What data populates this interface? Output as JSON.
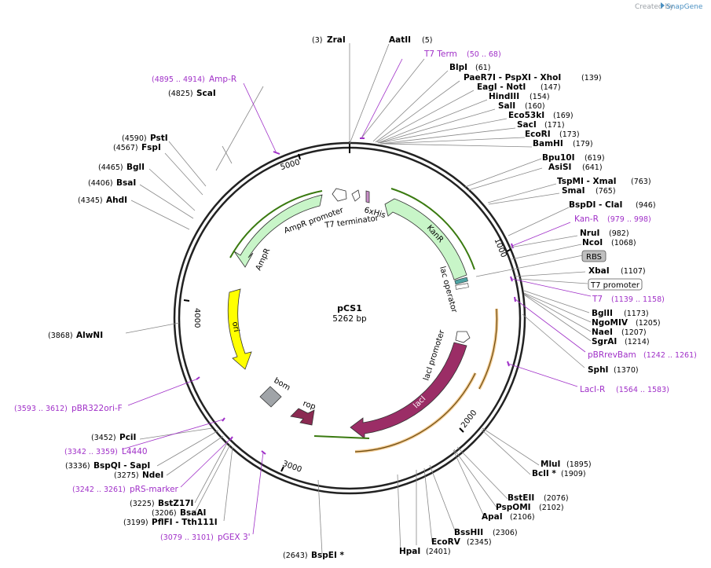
{
  "credit": {
    "prefix": "Created by",
    "brand": "SnapGene"
  },
  "plasmid": {
    "name": "pCS1",
    "size": "5262 bp"
  },
  "ticks": [
    "1000",
    "2000",
    "3000",
    "4000",
    "5000"
  ],
  "sites_right": [
    {
      "name": "AatII",
      "pos": "(5)"
    },
    {
      "name": "BlpI",
      "pos": "(61)"
    },
    {
      "name": "PaeR7I - PspXI - XhoI",
      "pos": "(139)"
    },
    {
      "name": "EagI - NotI",
      "pos": "(147)"
    },
    {
      "name": "HindIII",
      "pos": "(154)"
    },
    {
      "name": "SalI",
      "pos": "(160)"
    },
    {
      "name": "Eco53kI",
      "pos": "(169)"
    },
    {
      "name": "SacI",
      "pos": "(171)"
    },
    {
      "name": "EcoRI",
      "pos": "(173)"
    },
    {
      "name": "BamHI",
      "pos": "(179)"
    },
    {
      "name": "Bpu10I",
      "pos": "(619)"
    },
    {
      "name": "AsiSI",
      "pos": "(641)"
    },
    {
      "name": "TspMI - XmaI",
      "pos": "(763)"
    },
    {
      "name": "SmaI",
      "pos": "(765)"
    },
    {
      "name": "BspDI - ClaI",
      "pos": "(946)"
    },
    {
      "name": "NruI",
      "pos": "(982)"
    },
    {
      "name": "NcoI",
      "pos": "(1068)"
    },
    {
      "name": "XbaI",
      "pos": "(1107)"
    },
    {
      "name": "BglII",
      "pos": "(1173)"
    },
    {
      "name": "NgoMIV",
      "pos": "(1205)"
    },
    {
      "name": "NaeI",
      "pos": "(1207)"
    },
    {
      "name": "SgrAI",
      "pos": "(1214)"
    },
    {
      "name": "SphI",
      "pos": "(1370)"
    },
    {
      "name": "MluI",
      "pos": "(1895)"
    },
    {
      "name": "BclI *",
      "pos": "(1909)"
    },
    {
      "name": "BstEII",
      "pos": "(2076)"
    },
    {
      "name": "PspOMI",
      "pos": "(2102)"
    },
    {
      "name": "ApaI",
      "pos": "(2106)"
    },
    {
      "name": "BssHII",
      "pos": "(2306)"
    },
    {
      "name": "EcoRV",
      "pos": "(2345)"
    },
    {
      "name": "HpaI",
      "pos": "(2401)"
    }
  ],
  "sites_left": [
    {
      "name": "ZraI",
      "pos": "(3)"
    },
    {
      "name": "ScaI",
      "pos": "(4825)"
    },
    {
      "name": "PstI",
      "pos": "(4590)"
    },
    {
      "name": "FspI",
      "pos": "(4567)"
    },
    {
      "name": "BglI",
      "pos": "(4465)"
    },
    {
      "name": "BsaI",
      "pos": "(4406)"
    },
    {
      "name": "AhdI",
      "pos": "(4345)"
    },
    {
      "name": "AlwNI",
      "pos": "(3868)"
    },
    {
      "name": "PciI",
      "pos": "(3452)"
    },
    {
      "name": "BspQI - SapI",
      "pos": "(3336)"
    },
    {
      "name": "NdeI",
      "pos": "(3275)"
    },
    {
      "name": "BstZ17I",
      "pos": "(3225)"
    },
    {
      "name": "BsaAI",
      "pos": "(3206)"
    },
    {
      "name": "PflFI - Tth111I",
      "pos": "(3199)"
    },
    {
      "name": "BspEI *",
      "pos": "(2643)"
    }
  ],
  "primers": [
    {
      "name": "T7 Term",
      "range": "(50 .. 68)"
    },
    {
      "name": "Amp-R",
      "range": "(4895 .. 4914)"
    },
    {
      "name": "Kan-R",
      "range": "(979 .. 998)"
    },
    {
      "name": "T7",
      "range": "(1139 .. 1158)"
    },
    {
      "name": "pBRrevBam",
      "range": "(1242 .. 1261)"
    },
    {
      "name": "LacI-R",
      "range": "(1564 .. 1583)"
    },
    {
      "name": "pBR322ori-F",
      "range": "(3593 .. 3612)"
    },
    {
      "name": "L4440",
      "range": "(3342 .. 3359)"
    },
    {
      "name": "pRS-marker",
      "range": "(3242 .. 3261)"
    },
    {
      "name": "pGEX 3'",
      "range": "(3079 .. 3101)"
    }
  ],
  "boxed_features": [
    "RBS",
    "T7 promoter"
  ],
  "features": {
    "ampr": "AmpR",
    "ampr_promoter": "AmpR promoter",
    "t7_terminator": "T7 terminator",
    "his": "6xHis",
    "kanr": "KanR",
    "lac_operator": "lac operator",
    "ori": "ori",
    "bom": "bom",
    "rop": "rop",
    "laci_promoter": "lacI promoter",
    "laci": "lacI"
  },
  "colors": {
    "ampr": "#c8f5c8",
    "kanr": "#c8f5c8",
    "ori": "#ffff00",
    "laci": "#9b2d66",
    "rop": "#8b2a52",
    "bom": "#a0a4a8",
    "primer": "#a030c8",
    "orange": "#e89a2a",
    "green": "#3a7a10"
  }
}
